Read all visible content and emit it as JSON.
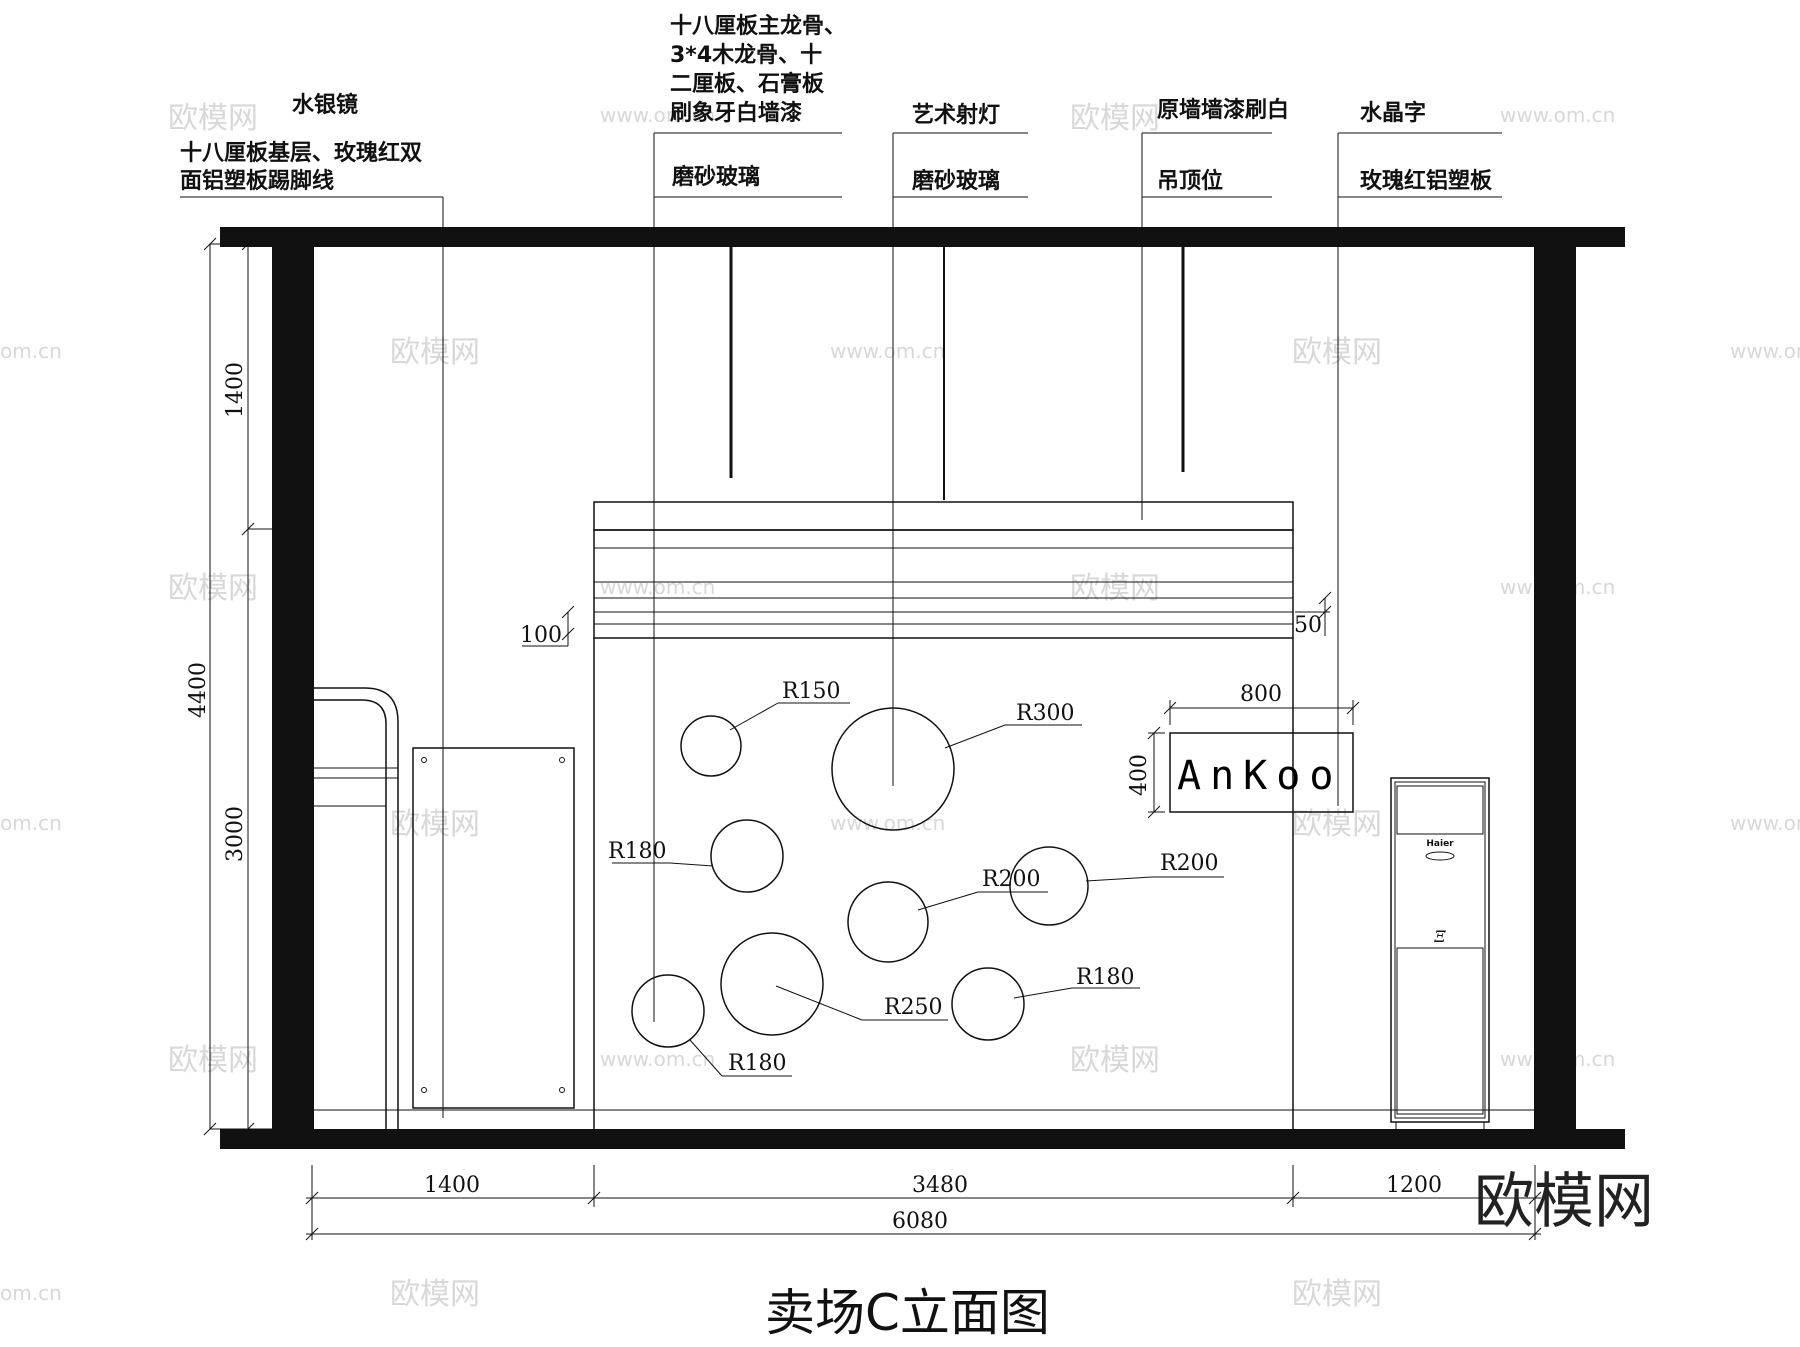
{
  "drawing_title": "卖场C立面图",
  "brand_watermark": "欧模网",
  "watermarks": {
    "cn": "欧模网",
    "url": "www.om.cn",
    "url_short": "om.cn"
  },
  "callouts": {
    "mirror": "水银镜",
    "baseboard_line1": "十八厘板基层、玫瑰红双",
    "baseboard_line2": "面铝塑板踢脚线",
    "ceiling_line1": "十八厘板主龙骨、",
    "ceiling_line2": "3*4木龙骨、十",
    "ceiling_line3": "二厘板、石膏板",
    "ceiling_line4": "刷象牙白墙漆",
    "frosted_glass_1": "磨砂玻璃",
    "spotlight": "艺术射灯",
    "frosted_glass_2": "磨砂玻璃",
    "wall_paint": "原墙墙漆刷白",
    "ceiling_position": "吊顶位",
    "crystal_letters": "水晶字",
    "aluminum_panel": "玫瑰红铝塑板"
  },
  "sign": {
    "text": "AnKoo",
    "width_dim": "800",
    "height_dim": "400"
  },
  "circles": [
    {
      "label": "R150"
    },
    {
      "label": "R300"
    },
    {
      "label": "R180"
    },
    {
      "label": "R200"
    },
    {
      "label": "R200"
    },
    {
      "label": "R250"
    },
    {
      "label": "R180"
    },
    {
      "label": "R180"
    }
  ],
  "dimensions": {
    "left_top": "1400",
    "left_bottom": "3000",
    "left_total": "4400",
    "band_left": "100",
    "band_right": "50",
    "bottom_left": "1400",
    "bottom_mid": "3480",
    "bottom_right": "1200",
    "bottom_total": "6080"
  },
  "ac_unit": {
    "brand": "Haier",
    "model_mark": "Ξ"
  }
}
